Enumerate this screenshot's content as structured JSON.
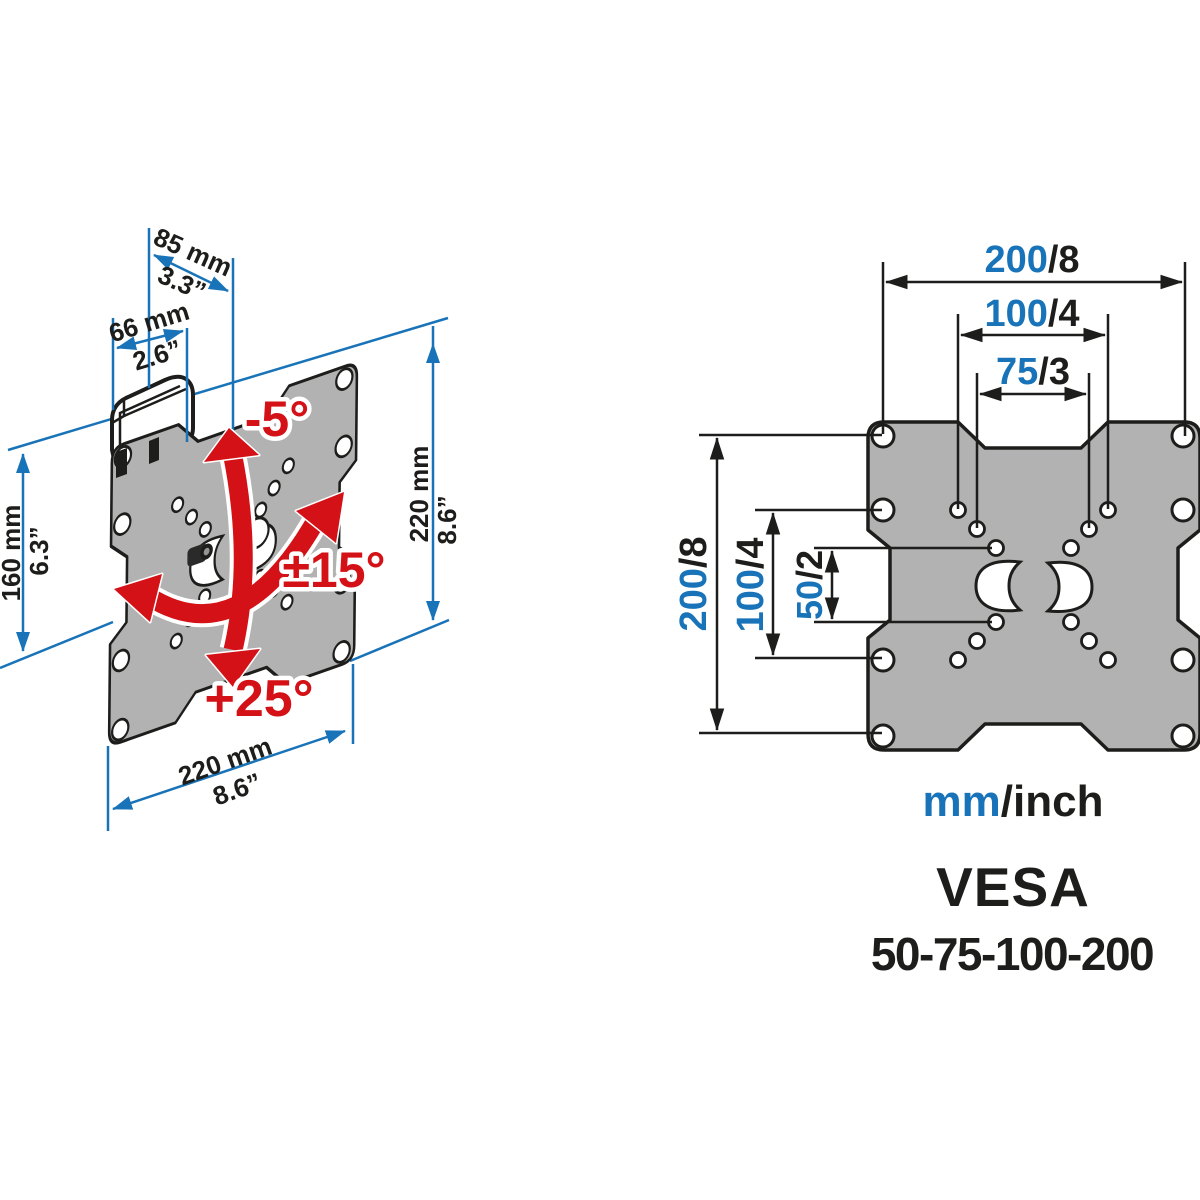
{
  "title": "TV wall mount dimension diagram",
  "colors": {
    "dimension_blue": "#1873b8",
    "accent_red": "#d31116",
    "plate_gray": "#b2b2b2",
    "line_black": "#1d1d1b"
  },
  "left_view": {
    "dims": {
      "depth": {
        "mm": "85 mm",
        "inch": "3.3”"
      },
      "bracket": {
        "mm": "66 mm",
        "inch": "2.6”"
      },
      "height": {
        "mm": "160 mm",
        "inch": "6.3”"
      },
      "plate_height": {
        "mm": "220 mm",
        "inch": "8.6”"
      },
      "plate_width": {
        "mm": "220 mm",
        "inch": "8.6”"
      }
    },
    "angles": {
      "tilt_up": "-5°",
      "swivel": "±15°",
      "tilt_down": "+25°"
    }
  },
  "right_view": {
    "dims_h": [
      {
        "mm": "200",
        "inch": "/8"
      },
      {
        "mm": "100",
        "inch": "/4"
      },
      {
        "mm": "75",
        "inch": "/3"
      }
    ],
    "dims_v": [
      {
        "mm": "200",
        "inch": "/8"
      },
      {
        "mm": "100",
        "inch": "/4"
      },
      {
        "mm": "50",
        "inch": "/2"
      }
    ],
    "units": {
      "mm": "mm",
      "inch": "/inch"
    },
    "vesa_title": "VESA",
    "vesa_sizes": "50-75-100-200"
  }
}
